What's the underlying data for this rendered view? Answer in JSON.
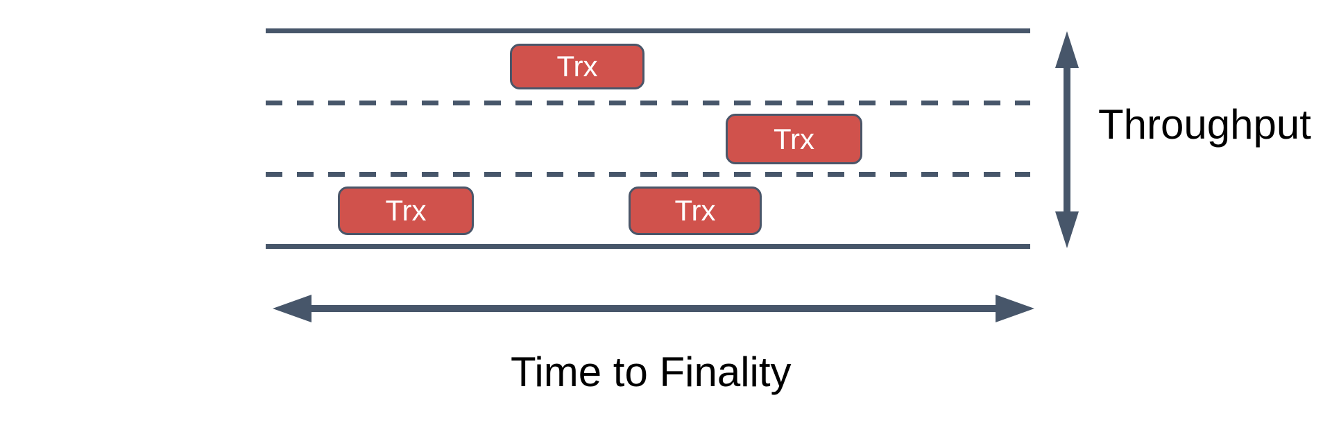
{
  "labels": {
    "throughput": "Throughput",
    "time_to_finality": "Time to Finality"
  },
  "transactions": [
    {
      "label": "Trx",
      "lane": 1
    },
    {
      "label": "Trx",
      "lane": 2
    },
    {
      "label": "Trx",
      "lane": 3
    },
    {
      "label": "Trx",
      "lane": 3
    }
  ],
  "road": {
    "lanes_count": 3,
    "lane_divider_style": "dashed",
    "edge_line_style": "solid"
  },
  "colors": {
    "line": "#47566A",
    "trx_fill": "#D0524C",
    "trx_border": "#4A5669",
    "trx_text": "#FFFFFF",
    "label_text": "#000000",
    "background": "#FFFFFF"
  }
}
